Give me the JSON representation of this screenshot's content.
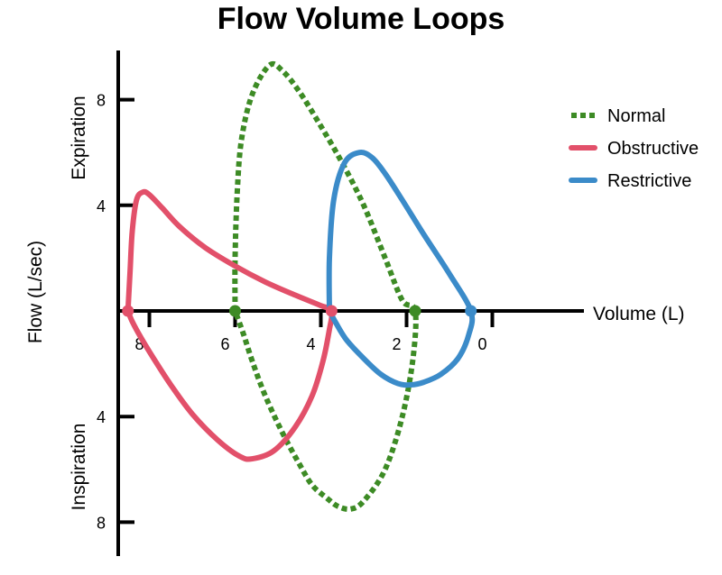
{
  "chart_data": {
    "type": "line",
    "title": "Flow Volume Loops",
    "xlabel": "Volume (L)",
    "ylabel": "Flow (L/sec)",
    "y_region_labels": {
      "positive": "Expiration",
      "negative": "Inspiration"
    },
    "x_axis": {
      "reversed": true,
      "ticks": [
        8,
        6,
        4,
        2,
        0
      ],
      "tick_labels": [
        "8",
        "6",
        "4",
        "2",
        "0"
      ],
      "range": [
        10.5,
        -1.3
      ]
    },
    "y_axis": {
      "ticks": [
        8,
        4,
        -4,
        -8
      ],
      "tick_labels": [
        "8",
        "4",
        "4",
        "8"
      ],
      "range": [
        -9.2,
        9.8
      ]
    },
    "grid": false,
    "legend_position": "top-right",
    "series": [
      {
        "name": "Normal",
        "color": "#3d8b25",
        "style": "dotted",
        "x": [
          6.0,
          6.0,
          5.95,
          5.85,
          5.6,
          5.2,
          4.9,
          4.5,
          4.0,
          3.5,
          3.0,
          2.5,
          2.1,
          1.8,
          1.85,
          2.1,
          2.5,
          3.0,
          3.3,
          3.6,
          3.85,
          4.2,
          4.5,
          4.9,
          5.3,
          5.6,
          5.8,
          6.0
        ],
        "y": [
          0.0,
          2.0,
          4.5,
          6.5,
          8.2,
          9.3,
          9.1,
          8.3,
          7.0,
          5.6,
          4.0,
          2.0,
          0.4,
          0.0,
          -1.8,
          -4.0,
          -6.0,
          -7.2,
          -7.5,
          -7.4,
          -7.1,
          -6.6,
          -5.8,
          -4.6,
          -3.2,
          -1.9,
          -0.9,
          0.0
        ]
      },
      {
        "name": "Obstructive",
        "color": "#e2506a",
        "style": "solid",
        "x": [
          8.5,
          8.45,
          8.4,
          8.3,
          8.15,
          8.0,
          7.7,
          7.3,
          6.7,
          6.0,
          5.3,
          4.6,
          4.0,
          3.75,
          3.8,
          3.95,
          4.2,
          4.6,
          5.1,
          5.6,
          5.9,
          6.4,
          7.0,
          7.5,
          7.9,
          8.2,
          8.4,
          8.5
        ],
        "y": [
          0.0,
          1.5,
          3.0,
          4.2,
          4.5,
          4.4,
          3.9,
          3.2,
          2.4,
          1.7,
          1.1,
          0.6,
          0.2,
          0.0,
          -0.7,
          -1.9,
          -3.2,
          -4.4,
          -5.3,
          -5.6,
          -5.5,
          -4.9,
          -3.9,
          -2.8,
          -1.8,
          -1.0,
          -0.4,
          0.0
        ]
      },
      {
        "name": "Restrictive",
        "color": "#3b8bc9",
        "style": "solid",
        "x": [
          3.8,
          3.8,
          3.7,
          3.45,
          3.1,
          2.8,
          2.5,
          2.1,
          1.6,
          1.0,
          0.5,
          0.55,
          0.8,
          1.2,
          1.6,
          1.9,
          2.2,
          2.6,
          3.0,
          3.4,
          3.65,
          3.8
        ],
        "y": [
          0.0,
          2.0,
          4.2,
          5.6,
          6.0,
          5.8,
          5.2,
          4.2,
          2.9,
          1.4,
          0.0,
          -0.9,
          -1.8,
          -2.4,
          -2.7,
          -2.8,
          -2.75,
          -2.4,
          -1.8,
          -1.1,
          -0.45,
          0.0
        ]
      }
    ],
    "intercept_markers": [
      {
        "series": "Obstructive",
        "x": 8.5,
        "y": 0
      },
      {
        "series": "Normal",
        "x": 6.0,
        "y": 0
      },
      {
        "series": "Obstructive",
        "x": 3.75,
        "y": 0
      },
      {
        "series": "Normal",
        "x": 1.8,
        "y": 0
      },
      {
        "series": "Restrictive",
        "x": 0.5,
        "y": 0
      }
    ]
  }
}
